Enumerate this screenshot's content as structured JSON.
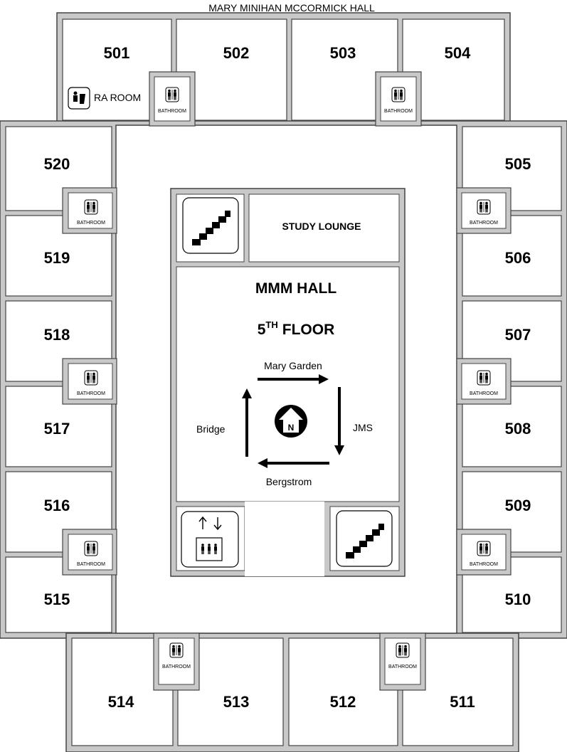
{
  "building_title": "MARY MINIHAN MCCORMICK HALL",
  "rooms": {
    "r501": "501",
    "r502": "502",
    "r503": "503",
    "r504": "504",
    "r505": "505",
    "r506": "506",
    "r507": "507",
    "r508": "508",
    "r509": "509",
    "r510": "510",
    "r511": "511",
    "r512": "512",
    "r513": "513",
    "r514": "514",
    "r515": "515",
    "r516": "516",
    "r517": "517",
    "r518": "518",
    "r519": "519",
    "r520": "520"
  },
  "ra_room_label": "RA ROOM",
  "bathroom_label": "BATHROOM",
  "study_lounge_label": "STUDY LOUNGE",
  "center": {
    "title": "MMM HALL",
    "floor_number": "5",
    "floor_superscript": "TH",
    "floor_word": "FLOOR"
  },
  "directions": {
    "north_letter": "N",
    "top": "Mary Garden",
    "right": "JMS",
    "bottom": "Bergstrom",
    "left": "Bridge"
  },
  "icons": {
    "stairs": "stairs-icon",
    "elevator": "elevator-icon",
    "restroom": "restroom-icon",
    "ra": "ra-room-icon",
    "compass": "north-compass-icon"
  }
}
